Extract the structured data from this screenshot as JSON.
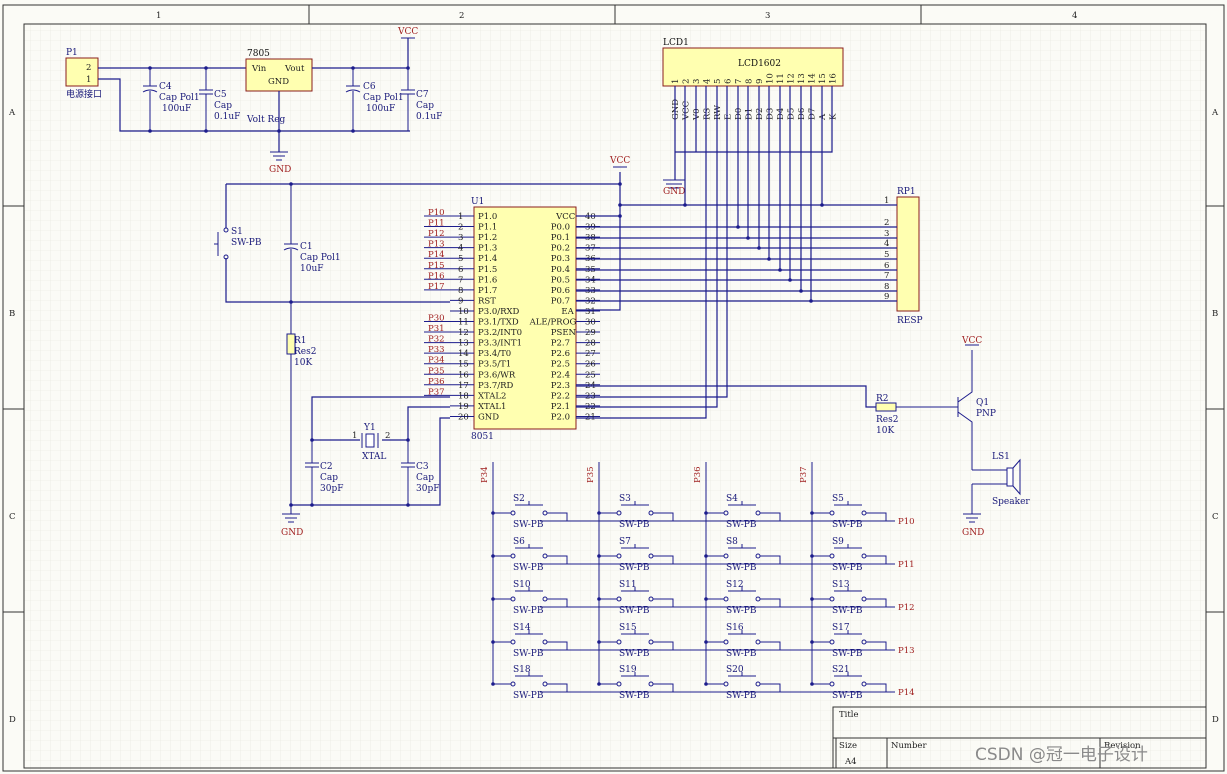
{
  "border": {
    "columns": [
      "1",
      "2",
      "3",
      "4"
    ],
    "rows": [
      "A",
      "B",
      "C",
      "D"
    ]
  },
  "titleblock": {
    "title_label": "Title",
    "size_label": "Size",
    "size_value": "A4",
    "number_label": "Number",
    "revision_label": "Revision"
  },
  "watermark": "CSDN @冠一电子设计",
  "power": {
    "p1_ref": "P1",
    "p1_desc": "电源接口",
    "p1_pin2": "2",
    "p1_pin1": "1",
    "c4_ref": "C4",
    "c4_type": "Cap Pol1",
    "c4_val": "100uF",
    "c5_ref": "C5",
    "c5_type": "Cap",
    "c5_val": "0.1uF",
    "reg_ref": "7805",
    "reg_vin": "Vin",
    "reg_vout": "Vout",
    "reg_gnd": "GND",
    "reg_desc": "Volt Reg",
    "c6_ref": "C6",
    "c6_type": "Cap Pol1",
    "c6_val": "100uF",
    "c7_ref": "C7",
    "c7_type": "Cap",
    "c7_val": "0.1uF",
    "vcc": "VCC",
    "gnd": "GND"
  },
  "lcd": {
    "ref": "LCD1",
    "name": "LCD1602",
    "pin_numbers": [
      "1",
      "2",
      "3",
      "4",
      "5",
      "6",
      "7",
      "8",
      "9",
      "10",
      "11",
      "12",
      "13",
      "14",
      "15",
      "16"
    ],
    "pin_names": [
      "GND",
      "VCC",
      "V0",
      "RS",
      "RW",
      "E",
      "D0",
      "D1",
      "D2",
      "D3",
      "D4",
      "D5",
      "D6",
      "D7",
      "A",
      "K"
    ],
    "gnd": "GND"
  },
  "rp1": {
    "ref": "RP1",
    "desc": "RESP",
    "pins": [
      "1",
      "2",
      "3",
      "4",
      "5",
      "6",
      "7",
      "8",
      "9"
    ]
  },
  "reset": {
    "s1_ref": "S1",
    "s1_type": "SW-PB",
    "c1_ref": "C1",
    "c1_type": "Cap Pol1",
    "c1_val": "10uF",
    "r1_ref": "R1",
    "r1_type": "Res2",
    "r1_val": "10K",
    "vcc": "VCC"
  },
  "mcu": {
    "ref": "U1",
    "part": "8051",
    "left_nets": [
      "P10",
      "P11",
      "P12",
      "P13",
      "P14",
      "P15",
      "P16",
      "P17",
      "",
      "",
      "P30",
      "P31",
      "P32",
      "P33",
      "P34",
      "P35",
      "P36",
      "P37",
      "",
      ""
    ],
    "left_nums": [
      "1",
      "2",
      "3",
      "4",
      "5",
      "6",
      "7",
      "8",
      "9",
      "10",
      "11",
      "12",
      "13",
      "14",
      "15",
      "16",
      "17",
      "18",
      "19",
      "20"
    ],
    "left_names": [
      "P1.0",
      "P1.1",
      "P1.2",
      "P1.3",
      "P1.4",
      "P1.5",
      "P1.6",
      "P1.7",
      "RST",
      "P3.0/RXD",
      "P3.1/TXD",
      "P3.2/INT0",
      "P3.3/INT1",
      "P3.4/T0",
      "P3.5/T1",
      "P3.6/WR",
      "P3.7/RD",
      "XTAL2",
      "XTAL1",
      "GND"
    ],
    "right_nums": [
      "40",
      "39",
      "38",
      "37",
      "36",
      "35",
      "34",
      "33",
      "32",
      "31",
      "30",
      "29",
      "28",
      "27",
      "26",
      "25",
      "24",
      "23",
      "22",
      "21"
    ],
    "right_names": [
      "VCC",
      "P0.0",
      "P0.1",
      "P0.2",
      "P0.3",
      "P0.4",
      "P0.5",
      "P0.6",
      "P0.7",
      "EA",
      "ALE/PROG",
      "PSEN",
      "P2.7",
      "P2.6",
      "P2.5",
      "P2.4",
      "P2.3",
      "P2.2",
      "P2.1",
      "P2.0"
    ]
  },
  "crystal": {
    "y1_ref": "Y1",
    "y1_type": "XTAL",
    "pin1": "1",
    "pin2": "2",
    "c2_ref": "C2",
    "c2_type": "Cap",
    "c2_val": "30pF",
    "c3_ref": "C3",
    "c3_type": "Cap",
    "c3_val": "30pF",
    "gnd": "GND"
  },
  "buzzer": {
    "vcc": "VCC",
    "q1_ref": "Q1",
    "q1_type": "PNP",
    "r2_ref": "R2",
    "r2_type": "Res2",
    "r2_val": "10K",
    "ls_ref": "LS1",
    "ls_type": "Speaker",
    "gnd": "GND"
  },
  "keypad": {
    "columns": [
      "P34",
      "P35",
      "P36",
      "P37"
    ],
    "rows": [
      "P10",
      "P11",
      "P12",
      "P13",
      "P14"
    ],
    "switches": [
      "S2",
      "S3",
      "S4",
      "S5",
      "S6",
      "S7",
      "S8",
      "S9",
      "S10",
      "S11",
      "S12",
      "S13",
      "S14",
      "S15",
      "S16",
      "S17",
      "S18",
      "S19",
      "S20",
      "S21"
    ],
    "switch_type": "SW-PB"
  }
}
